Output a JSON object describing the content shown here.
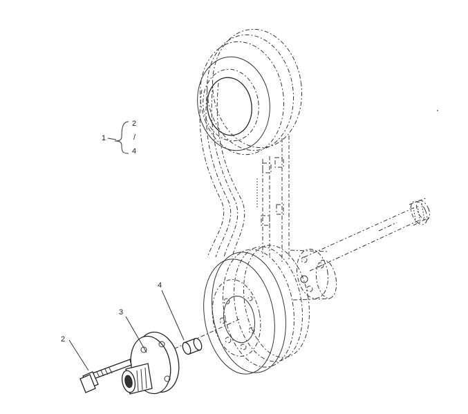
{
  "callouts": {
    "group_number": "1",
    "group_items": [
      "2",
      "/",
      "4"
    ],
    "bolt": "2",
    "hub": "3",
    "pin": "4"
  }
}
